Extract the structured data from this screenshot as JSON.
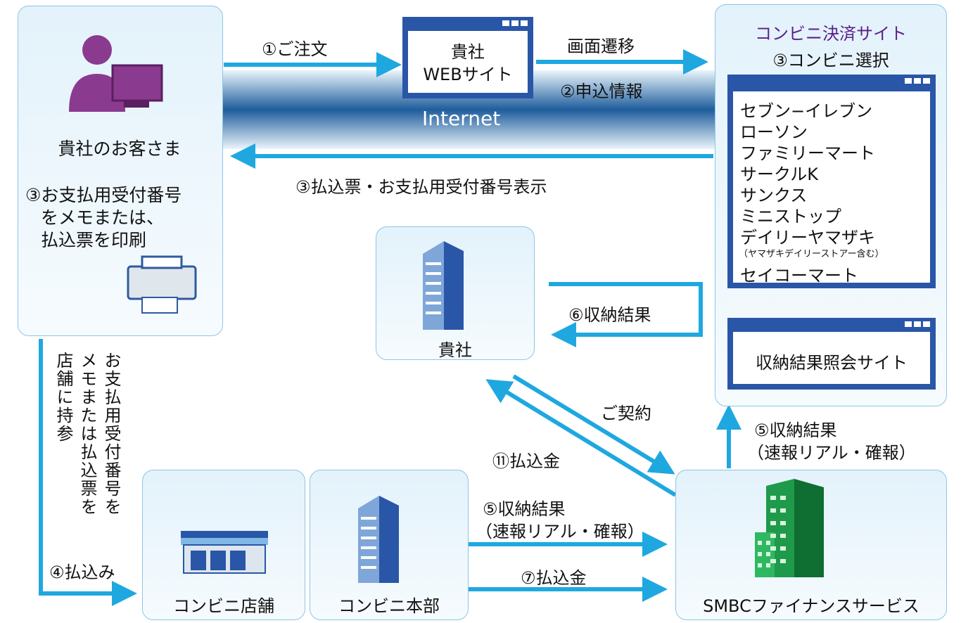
{
  "customer": {
    "label": "貴社のお客さま",
    "step3_lines": [
      "③お支払用受付番号",
      "をメモまたは、",
      "払込票を印刷"
    ]
  },
  "website": {
    "lines": [
      "貴社",
      "WEBサイト"
    ]
  },
  "internet_label": "Internet",
  "flows": {
    "order": "①ご注文",
    "screen_transition": "画面遷移",
    "application_info": "②申込情報",
    "show_slip": "③払込票・お支払用受付番号表示",
    "collection_result_6": "⑥収納結果",
    "contract": "ご契約",
    "payment_11": "⑪払込金",
    "result_5_line1": "⑤収納結果",
    "result_5_line2": "（速報リアル・確報）",
    "result_5b_line1": "⑤収納結果",
    "result_5b_line2": "（速報リアル・確報）",
    "payment_7": "⑦払込金",
    "pay_4": "④払込み",
    "bring_to_store_cols": [
      "お支払用受付番号を",
      "メモまたは払込票を",
      "店舗に持参"
    ]
  },
  "cvs_site": {
    "title": "コンビニ決済サイト",
    "subtitle": "③コンビニ選択",
    "stores": [
      "セブン−イレブン",
      "ローソン",
      "ファミリーマート",
      "サークルK",
      "サンクス",
      "ミニストップ",
      "デイリーヤマザキ"
    ],
    "note": "（ヤマザキデイリーストアー含む）",
    "last_store": "セイコーマート",
    "result_site": "収納結果照会サイト"
  },
  "company": {
    "label": "貴社"
  },
  "cvs_store": {
    "label": "コンビニ店舗"
  },
  "cvs_hq": {
    "label": "コンビニ本部"
  },
  "smbc": {
    "label": "SMBCファイナンスサービス"
  },
  "colors": {
    "arrow": "#1fa8e0",
    "band_dark": "#1f5d9c",
    "window": "#2a56a8",
    "person": "#8a3a8f",
    "building_green": "#1f9a4a"
  }
}
